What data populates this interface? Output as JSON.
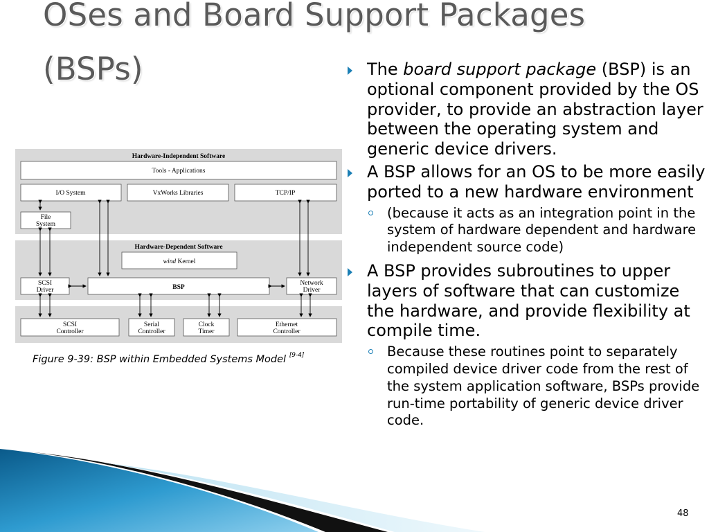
{
  "slide": {
    "title_line1": "OSes and Board Support Packages",
    "title_line2": "(BSPs)",
    "page_number": "48"
  },
  "figure": {
    "caption": "Figure 9-39: BSP within Embedded Systems Model",
    "caption_ref": "[9-4]",
    "hw_independent_header": "Hardware-Independent Software",
    "tools_apps": "Tools - Applications",
    "io_system": "I/O System",
    "vxworks_libs": "VxWorks Libraries",
    "tcpip": "TCP/IP",
    "file_system_l1": "File",
    "file_system_l2": "System",
    "hw_dependent_header": "Hardware-Dependent Software",
    "wind_kernel_italic": "wind",
    "wind_kernel_rest": " Kernel",
    "scsi_driver_l1": "SCSI",
    "scsi_driver_l2": "Driver",
    "bsp": "BSP",
    "network_driver_l1": "Network",
    "network_driver_l2": "Driver",
    "scsi_ctrl_l1": "SCSI",
    "scsi_ctrl_l2": "Controller",
    "serial_ctrl_l1": "Serial",
    "serial_ctrl_l2": "Controller",
    "clock_timer_l1": "Clock",
    "clock_timer_l2": "Timer",
    "ethernet_ctrl_l1": "Ethernet",
    "ethernet_ctrl_l2": "Controller"
  },
  "bullets": {
    "b1_pre": "The ",
    "b1_em": "board support package",
    "b1_post": " (BSP) is an optional component provided by the OS provider, to provide an abstraction layer between the operating system and generic device drivers.",
    "b2": "A BSP allows for an OS to be more easily ported to a new hardware environment",
    "b2_sub": "(because it acts as an integration point in the system of hardware dependent and hardware independent source code)",
    "b3": "A BSP provides subroutines to upper layers of software that can customize the hardware, and provide flexibility at compile time.",
    "b3_sub": "Because these routines point to separately compiled device driver code from the rest of the system application software, BSPs provide run-time portability of generic device driver code."
  },
  "colors": {
    "accent": "#1b7fb5",
    "title": "#5a5a5a",
    "diagram_band": "#d9d9d9"
  }
}
